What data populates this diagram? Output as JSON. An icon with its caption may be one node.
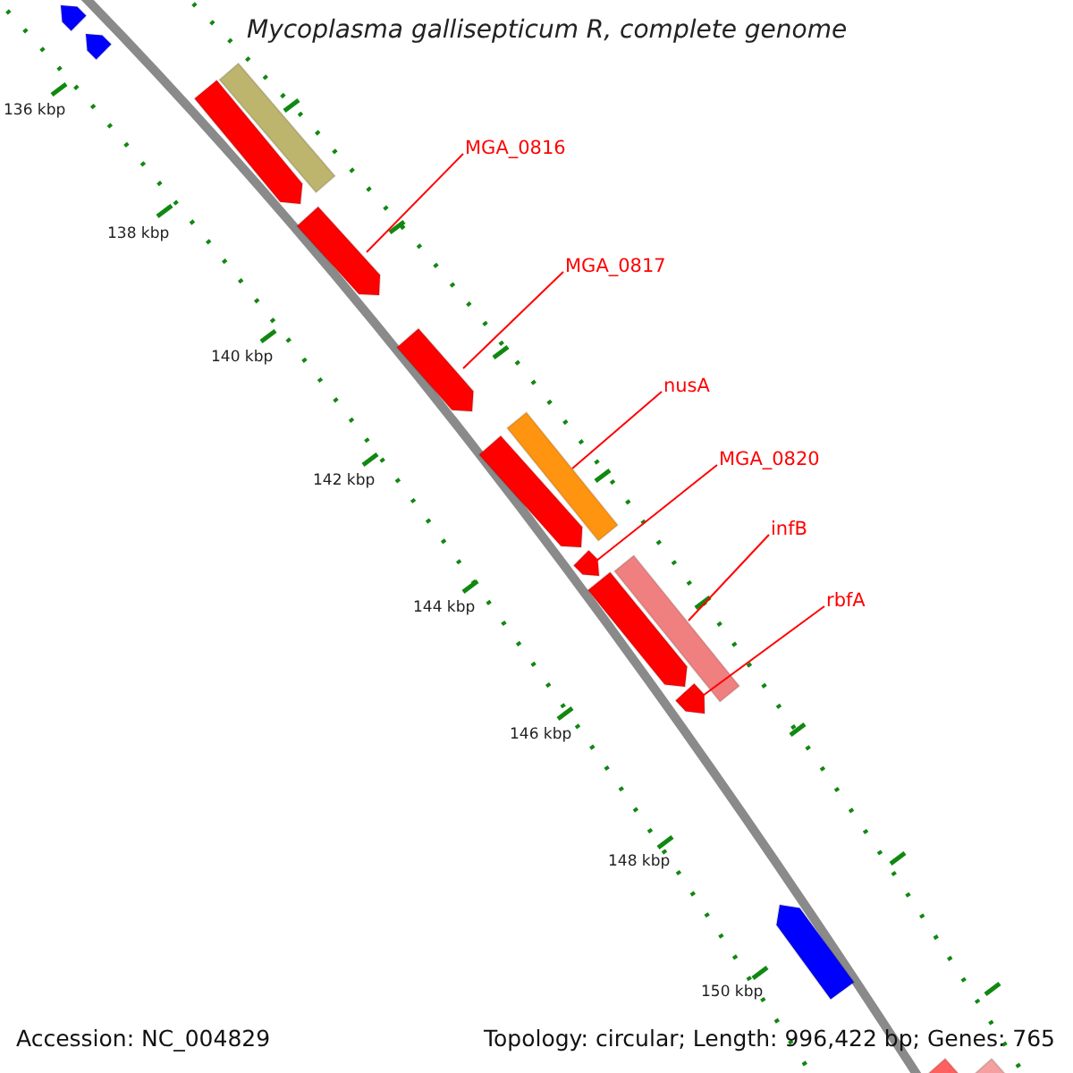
{
  "diagram": {
    "title": "Mycoplasma gallisepticum R, complete genome",
    "nodes": [
      {
        "text": [
          "MGA_0816"
        ]
      },
      {
        "text": [
          "MGA_0817"
        ]
      },
      {
        "text": [
          "nusA"
        ]
      },
      {
        "text": [
          "MGA_0820"
        ]
      },
      {
        "text": [
          "infB"
        ]
      },
      {
        "text": [
          "rbfA"
        ]
      },
      {
        "text": [],
        "shape": "bar"
      },
      {
        "text": [],
        "shape": "bar"
      },
      {
        "text": [],
        "shape": "bar"
      },
      {
        "text": [],
        "shape": "bar"
      },
      {
        "text": [],
        "shape": "bar"
      },
      {
        "text": [],
        "shape": "bar"
      },
      {
        "text": [],
        "shape": "bar"
      },
      {
        "text": [],
        "shape": "bar"
      },
      {
        "text": [],
        "shape": "bar"
      },
      {
        "text": [],
        "shape": "bar"
      },
      {
        "text": [],
        "shape": "bar"
      },
      {
        "text": [],
        "shape": "bar"
      },
      {
        "text": [],
        "shape": "bar"
      },
      {
        "text": [],
        "shape": "bar"
      },
      {
        "text": [],
        "shape": "bar"
      }
    ],
    "edges": [
      {
        "from": 0,
        "to": 10,
        "arrow": "none"
      },
      {
        "from": 1,
        "to": 11,
        "arrow": "none"
      },
      {
        "from": 2,
        "to": 12,
        "arrow": "none"
      },
      {
        "from": 3,
        "to": 14,
        "arrow": "none"
      },
      {
        "from": 4,
        "to": 15,
        "arrow": "none"
      },
      {
        "from": 5,
        "to": 17,
        "arrow": "none"
      }
    ],
    "labels": [
      "136 kbp",
      "138 kbp",
      "140 kbp",
      "142 kbp",
      "144 kbp",
      "146 kbp",
      "148 kbp",
      "150 kbp",
      "Accession: NC_004829",
      "Topology: circular; Length: 996,422 bp; Genes: 765"
    ]
  }
}
